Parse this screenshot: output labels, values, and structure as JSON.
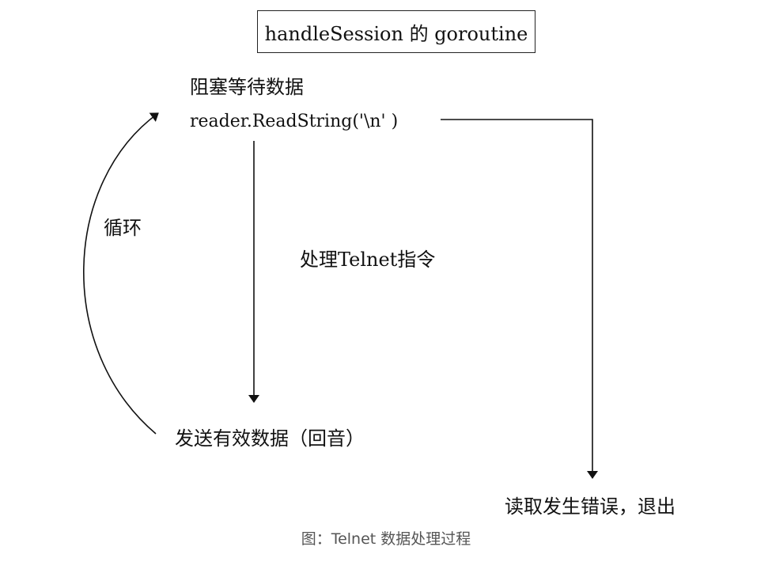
{
  "diagram": {
    "title": "handleSession 的 goroutine",
    "wait_label": "阻塞等待数据",
    "read_call": "reader.ReadString('\\n' )",
    "process_label": "处理Telnet指令",
    "loop_label": "循环",
    "send_label": "发送有效数据（回音）",
    "exit_label": "读取发生错误，退出"
  },
  "caption": "图：Telnet 数据处理过程"
}
